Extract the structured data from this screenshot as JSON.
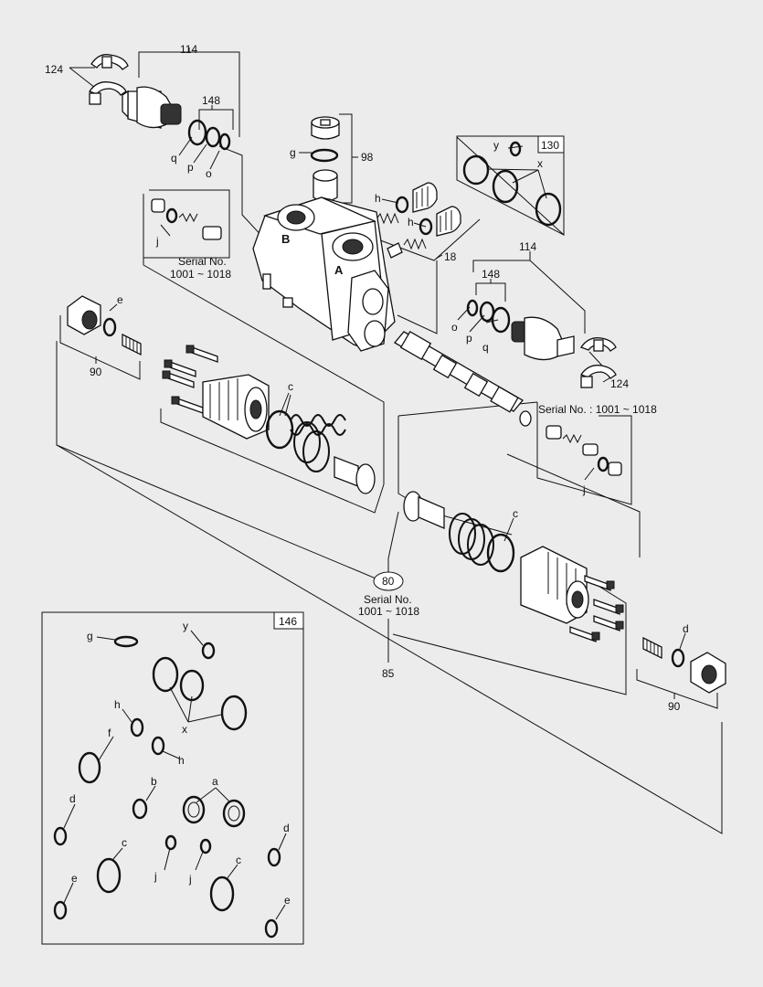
{
  "colors": {
    "background": "#ececec",
    "line": "#111111",
    "fill": "#ffffff"
  },
  "labels": {
    "l114a": "114",
    "l124a": "124",
    "l148a": "148",
    "lq1": "q",
    "lp1": "p",
    "lo1": "o",
    "lg1": "g",
    "l98": "98",
    "ly1": "y",
    "l130": "130",
    "lx1": "x",
    "lh1": "h",
    "lh2": "h",
    "l18": "18",
    "lj1": "j",
    "serial1a": "Serial No.",
    "serial1b": "1001 ~ 1018",
    "lA": "A",
    "lB": "B",
    "l114b": "114",
    "l148b": "148",
    "lo2": "o",
    "lp2": "p",
    "lq2": "q",
    "l124b": "124",
    "le1": "e",
    "l90a": "90",
    "lc1": "c",
    "serial2": "Serial No. : 1001 ~ 1018",
    "lj2": "j",
    "lc2": "c",
    "l80": "80",
    "serial3a": "Serial No.",
    "serial3b": "1001 ~ 1018",
    "l85": "85",
    "ld1": "d",
    "l90b": "90",
    "l146": "146",
    "kit_g": "g",
    "kit_y": "y",
    "kit_x": "x",
    "kit_h1": "h",
    "kit_h2": "h",
    "kit_f": "f",
    "kit_b": "b",
    "kit_a": "a",
    "kit_d1": "d",
    "kit_d2": "d",
    "kit_c1": "c",
    "kit_c2": "c",
    "kit_j1": "j",
    "kit_j2": "j",
    "kit_e1": "e",
    "kit_e2": "e"
  }
}
